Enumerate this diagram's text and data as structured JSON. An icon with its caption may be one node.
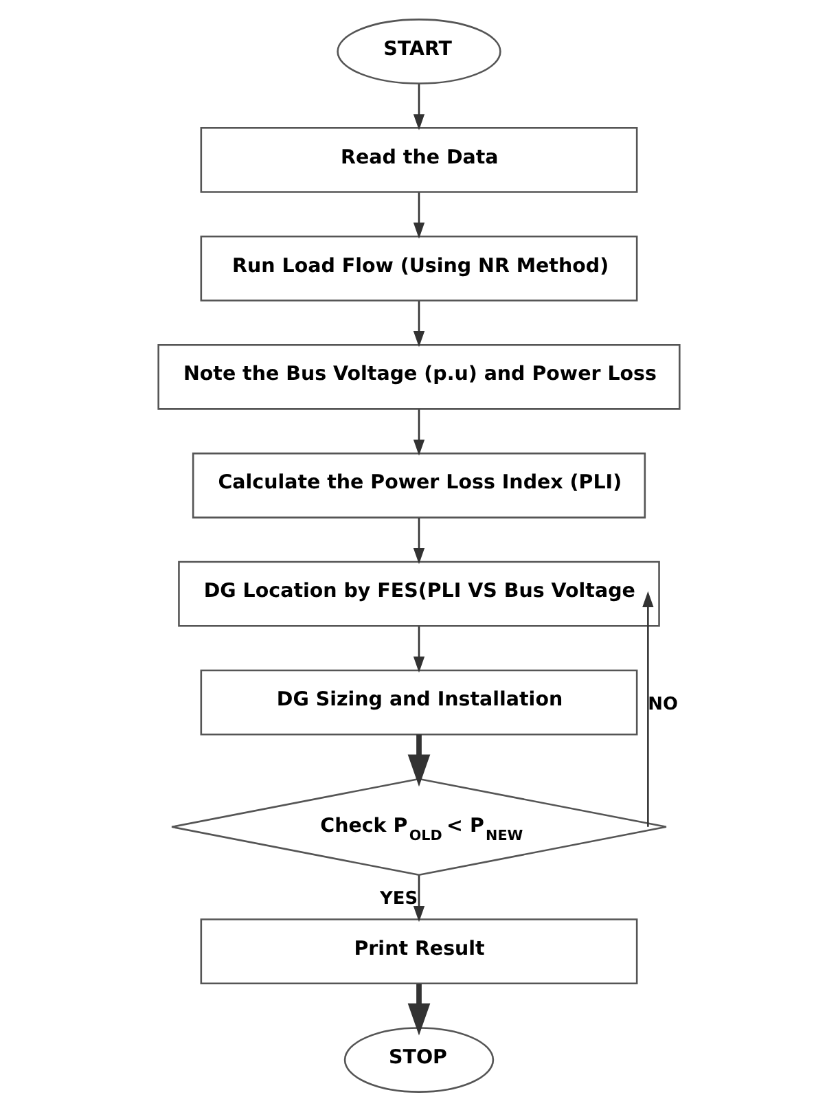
{
  "diagram": {
    "nodes": [
      {
        "text": [
          "START"
        ]
      },
      {
        "text": [
          "Read the Data"
        ]
      },
      {
        "text": [
          "Run Load Flow (Using NR Method)"
        ]
      },
      {
        "text": [
          "Note the Bus Voltage (p.u) and Power Loss"
        ]
      },
      {
        "text": [
          "Calculate the Power Loss Index (PLI)"
        ]
      },
      {
        "text": [
          "DG Location by FES(PLI VS Bus Voltage"
        ]
      },
      {
        "text": [
          "DG Sizing and Installation"
        ]
      },
      {
        "text": [
          "Check P$_{OLD}$ < P$_{NEW}$"
        ]
      },
      {
        "text": [
          "Print Result"
        ]
      },
      {
        "text": [
          "STOP"
        ]
      }
    ],
    "edges": [
      {
        "from": 0,
        "to": 1,
        "arrow": "to"
      },
      {
        "from": 1,
        "to": 2,
        "arrow": "to"
      },
      {
        "from": 2,
        "to": 3,
        "arrow": "to"
      },
      {
        "from": 3,
        "to": 4,
        "arrow": "to"
      },
      {
        "from": 4,
        "to": 5,
        "arrow": "to"
      },
      {
        "from": 5,
        "to": 6,
        "arrow": "to"
      },
      {
        "from": 6,
        "to": 7,
        "arrow": "to",
        "style": "thick"
      },
      {
        "from": 7,
        "to": 5,
        "arrow": "to",
        "label": "NO"
      },
      {
        "from": 7,
        "to": 8,
        "arrow": "to",
        "label": "YES"
      },
      {
        "from": 8,
        "to": 9,
        "arrow": "to",
        "style": "thick"
      }
    ]
  }
}
